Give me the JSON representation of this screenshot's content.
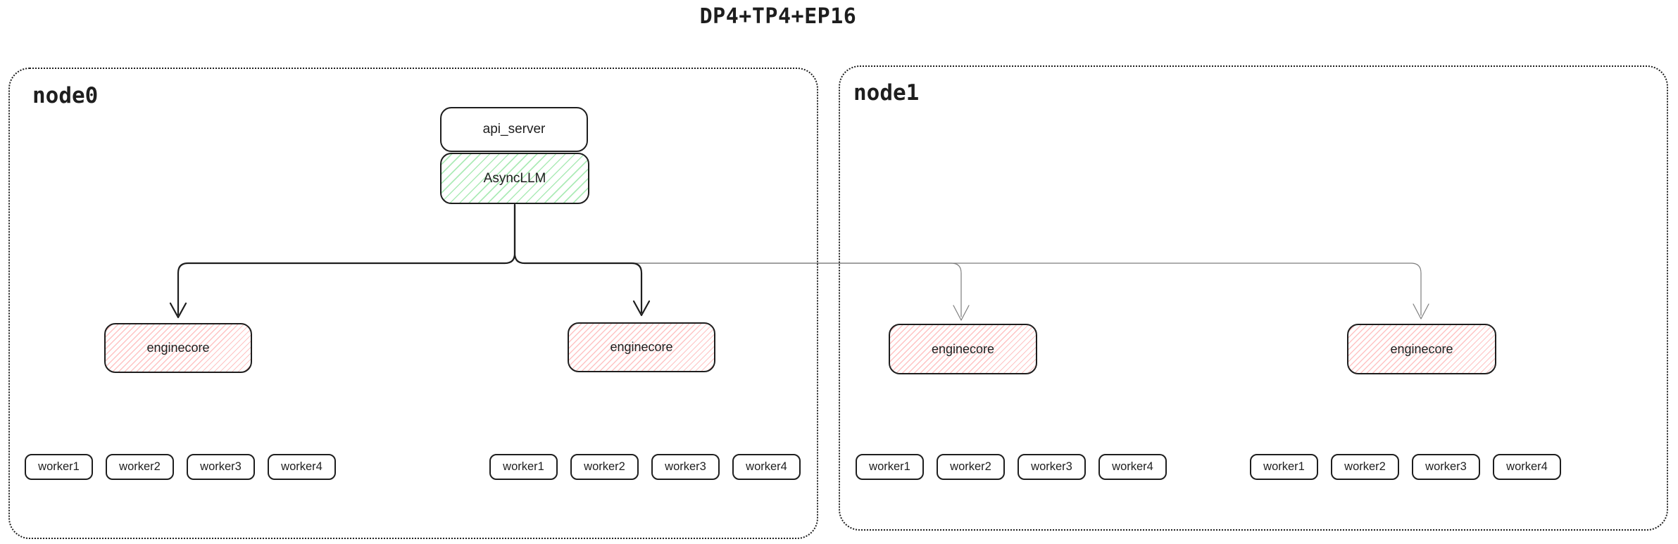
{
  "title": "DP4+TP4+EP16",
  "nodes": [
    {
      "label": "node0"
    },
    {
      "label": "node1"
    }
  ],
  "api_server_label": "api_server",
  "asyncllm_label": "AsyncLLM",
  "enginecore_label": "enginecore",
  "worker_labels": [
    "worker1",
    "worker2",
    "worker3",
    "worker4"
  ],
  "colors": {
    "stroke": "#1e1e1e",
    "green": "#69db7c",
    "red": "#ff8787",
    "thin": "#7d7d7d"
  }
}
